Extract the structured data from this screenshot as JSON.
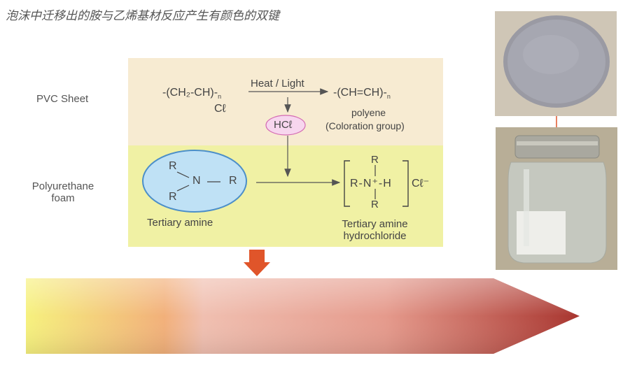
{
  "title": "泡沫中迁移出的胺与乙烯基材反应产生有颜色的双键",
  "labels": {
    "pvc": "PVC Sheet",
    "pu_line1": "Polyurethane",
    "pu_line2": "foam"
  },
  "reaction": {
    "monomer_main": "-(CH₂-CH)-",
    "monomer_sub": "n",
    "monomer_cl": "Cℓ",
    "condition": "Heat / Light",
    "polyene": "-(CH=CH)-",
    "polyene_sub": "n",
    "polyene_name": "polyene",
    "polyene_note": "(Coloration group)",
    "hcl": "HCℓ",
    "amine_r1": "R",
    "amine_n": "N",
    "amine_r2": "R",
    "amine_r3": "R",
    "amine_name": "Tertiary amine",
    "salt_formula": "R-N⁺-H",
    "salt_r_top": "R",
    "salt_r_bottom": "R",
    "salt_cl": "Cℓ⁻",
    "salt_name_1": "Tertiary amine",
    "salt_name_2": "hydrochloride"
  },
  "colors": {
    "panel_top": "#f7ebd2",
    "panel_bottom": "#f0f1a4",
    "ellipse_fill": "#bfe1f5",
    "ellipse_stroke": "#4c8fc9",
    "hcl_fill": "#f7d6ee",
    "hcl_stroke": "#d46ab3",
    "arrow_down": "#e0552a",
    "gradient_start": "#f5ef7a",
    "gradient_mid": "#f0c7b4",
    "gradient_end": "#b3423b"
  }
}
